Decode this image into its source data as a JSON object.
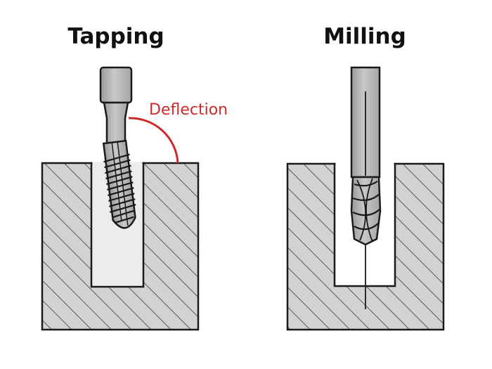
{
  "panels": {
    "tapping": {
      "title": "Tapping",
      "annotation": "Deflection"
    },
    "milling": {
      "title": "Milling"
    }
  },
  "colors": {
    "background": "#ffffff",
    "outline": "#1a1a1a",
    "material_fill": "#d2d2d2",
    "hatch": "#3a3a3a",
    "hole_fill": "#ececec",
    "tool_fill": "#b0b0b0",
    "tool_highlight": "#d9d9d9",
    "annotation": "#cc2b2b"
  }
}
